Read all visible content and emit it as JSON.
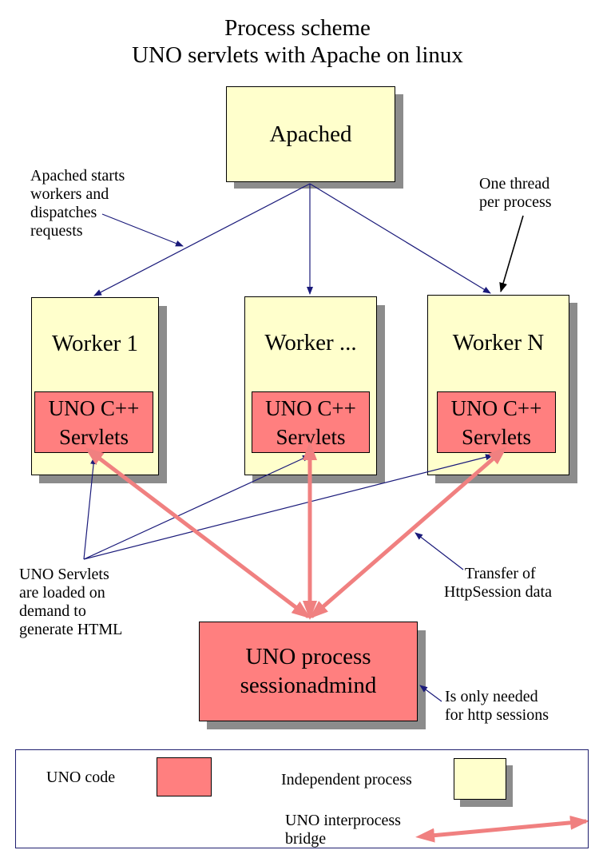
{
  "title": {
    "line1": "Process scheme",
    "line2": "UNO servlets with Apache on linux"
  },
  "apached": {
    "label": "Apached"
  },
  "workers": [
    {
      "label": "Worker 1",
      "servlet_line1": "UNO C++",
      "servlet_line2": "Servlets"
    },
    {
      "label": "Worker ...",
      "servlet_line1": "UNO C++",
      "servlet_line2": "Servlets"
    },
    {
      "label": "Worker N",
      "servlet_line1": "UNO C++",
      "servlet_line2": "Servlets"
    }
  ],
  "sessionadmind": {
    "line1": "UNO process",
    "line2": "sessionadmind"
  },
  "notes": {
    "dispatch": [
      "Apached starts",
      "workers and",
      "dispatches",
      "requests"
    ],
    "thread": [
      "One thread",
      "per process"
    ],
    "servlets_loaded": [
      "UNO Servlets",
      "are loaded on",
      "demand to",
      "generate HTML"
    ],
    "transfer": [
      "Transfer of",
      "HttpSession data"
    ],
    "only_needed": [
      "Is only needed",
      "for http sessions"
    ]
  },
  "legend": {
    "uno_code": "UNO code",
    "independent_process": "Independent process",
    "bridge_line1": "UNO interprocess",
    "bridge_line2": "bridge"
  },
  "colors": {
    "process_fill": "#ffffcc",
    "uno_fill": "#ff7f7f",
    "shadow": "#8c8c8c",
    "arrow_blue": "#1a1a7a",
    "bridge": "#f08080"
  }
}
